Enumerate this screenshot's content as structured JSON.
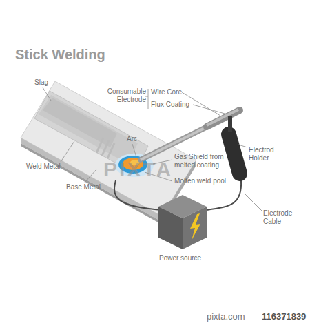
{
  "diagram": {
    "title": "Stick Welding",
    "labels": [
      "Slag",
      "Consumable Electrode",
      "Wire Core",
      "Flux Coating",
      "Arc",
      "Weld Metal",
      "Gas Shield from melted coating",
      "Electrod Holder",
      "Base Metal",
      "Molten weld pool",
      "Electrode Cable",
      "Power source",
      "PIXTA",
      "pixta.com",
      "116371839"
    ]
  }
}
